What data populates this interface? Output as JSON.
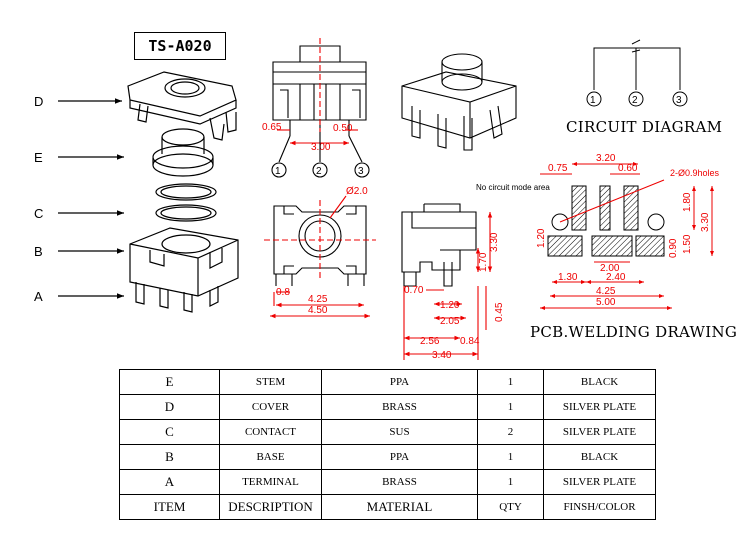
{
  "header": {
    "part_number": "TS-A020"
  },
  "callouts": [
    "D",
    "E",
    "C",
    "B",
    "A"
  ],
  "circuit": {
    "title": "CIRCUIT DIAGRAM",
    "pins": [
      "1",
      "2",
      "3"
    ]
  },
  "pcb": {
    "title": "PCB.WELDING DRAWING",
    "note": "No circuit mode area",
    "holes": "2-Ø0.9holes"
  },
  "dimensions": {
    "front_65": "0.65",
    "front_50": "0.50",
    "front_300": "3.00",
    "top_dia": "Ø2.0",
    "top_80": "0.8",
    "top_425": "4.25",
    "top_450": "4.50",
    "side_330": "3.30",
    "side_170": "1.70",
    "side_070": "0.70",
    "side_120": "1.20",
    "side_205": "2.05",
    "side_256": "2.56",
    "side_084": "0.84",
    "side_045": "0.45",
    "side_340": "3.40",
    "pcb_320": "3.20",
    "pcb_075": "0.75",
    "pcb_060": "0.60",
    "pcb_180": "1.80",
    "pcb_330": "3.30",
    "pcb_120": "1.20",
    "pcb_150": "1.50",
    "pcb_090": "0.90",
    "pcb_200": "2.00",
    "pcb_130": "1.30",
    "pcb_240": "2.40",
    "pcb_425": "4.25",
    "pcb_500": "5.00"
  },
  "bom": {
    "header": {
      "item": "ITEM",
      "description": "DESCRIPTION",
      "material": "MATERIAL",
      "qty": "QTY",
      "finish": "FINSH/COLOR"
    },
    "rows": [
      {
        "item": "E",
        "description": "STEM",
        "material": "PPA",
        "qty": "1",
        "finish": "BLACK"
      },
      {
        "item": "D",
        "description": "COVER",
        "material": "BRASS",
        "qty": "1",
        "finish": "SILVER PLATE"
      },
      {
        "item": "C",
        "description": "CONTACT",
        "material": "SUS",
        "qty": "2",
        "finish": "SILVER PLATE"
      },
      {
        "item": "B",
        "description": "BASE",
        "material": "PPA",
        "qty": "1",
        "finish": "BLACK"
      },
      {
        "item": "A",
        "description": "TERMINAL",
        "material": "BRASS",
        "qty": "1",
        "finish": "SILVER PLATE"
      }
    ]
  }
}
